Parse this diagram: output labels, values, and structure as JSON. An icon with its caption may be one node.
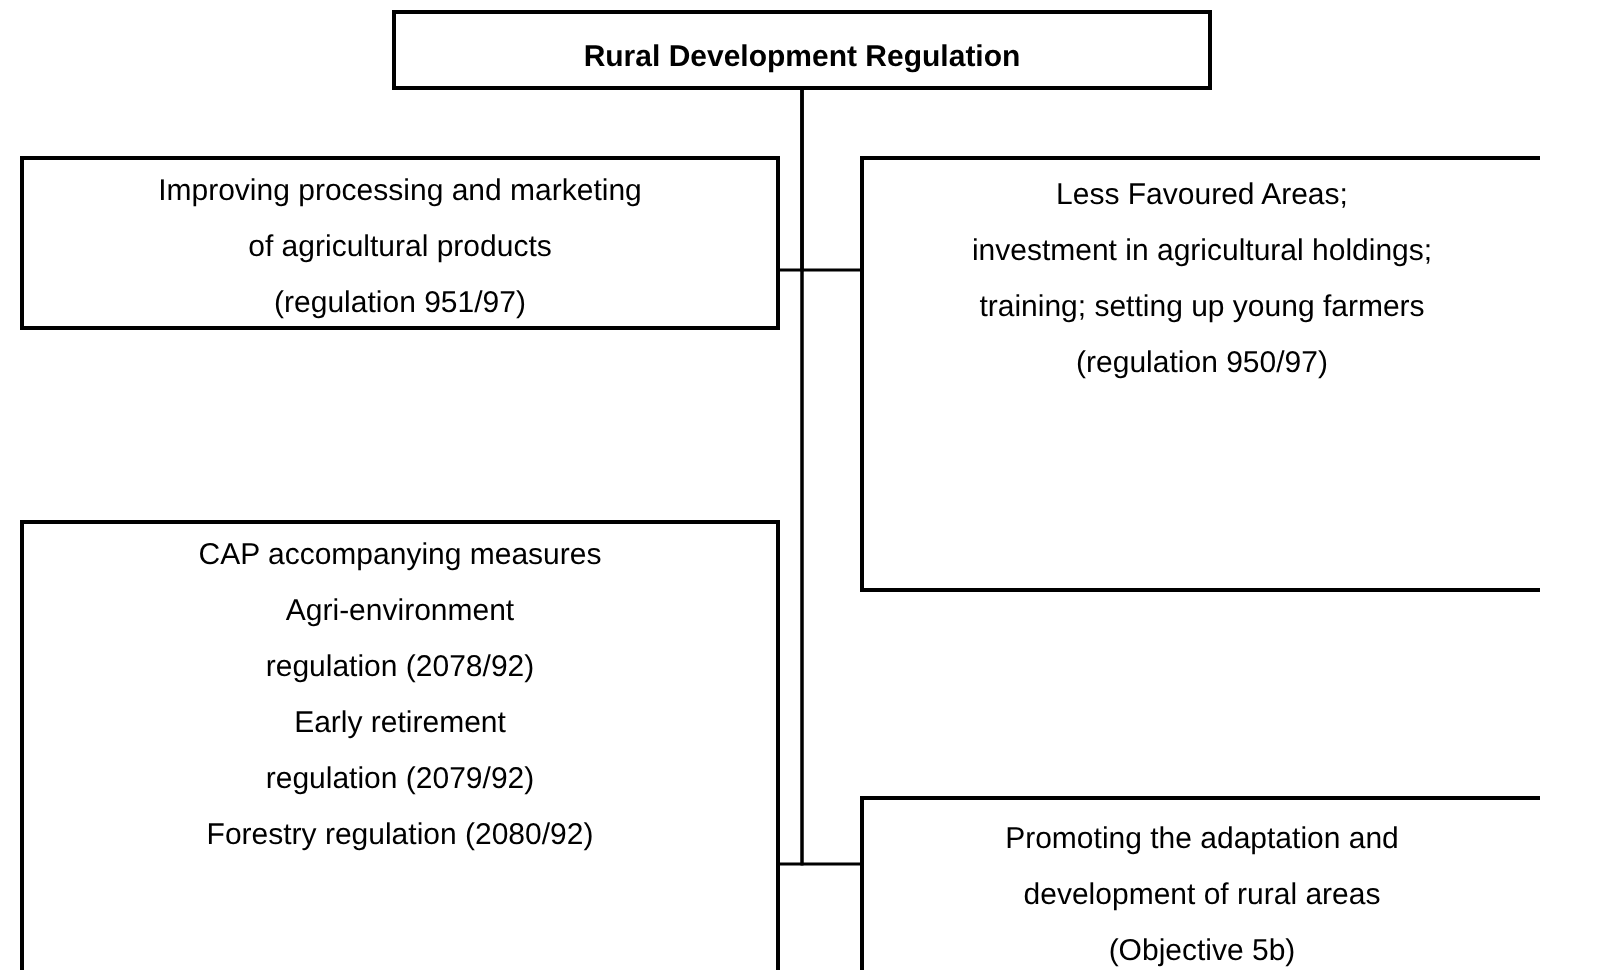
{
  "diagram": {
    "nodes": [
      {
        "text": [
          "Rural Development Regulation"
        ]
      },
      {
        "text": [
          "Improving processing and marketing of agricultural products",
          "(regulation 951/97)"
        ]
      },
      {
        "text": [
          "Less Favoured Areas;",
          "investment in agricultural holdings;",
          "training; setting up young farmers",
          "(regulation 950/97)"
        ]
      },
      {
        "text": [
          "CAP accompanying measures",
          "Agri-environment regulation (2078/92)",
          "Early retirement regulation (2079/92)",
          "Forestry regulation (2080/92)"
        ]
      },
      {
        "text": [
          "Promoting the adaptation and development of rural areas",
          "(Objective 5b)"
        ]
      }
    ],
    "edges": [
      {
        "from": 0,
        "to": 1,
        "arrow": "none"
      },
      {
        "from": 0,
        "to": 2,
        "arrow": "none"
      },
      {
        "from": 0,
        "to": 3,
        "arrow": "none"
      },
      {
        "from": 0,
        "to": 4,
        "arrow": "none"
      }
    ]
  }
}
